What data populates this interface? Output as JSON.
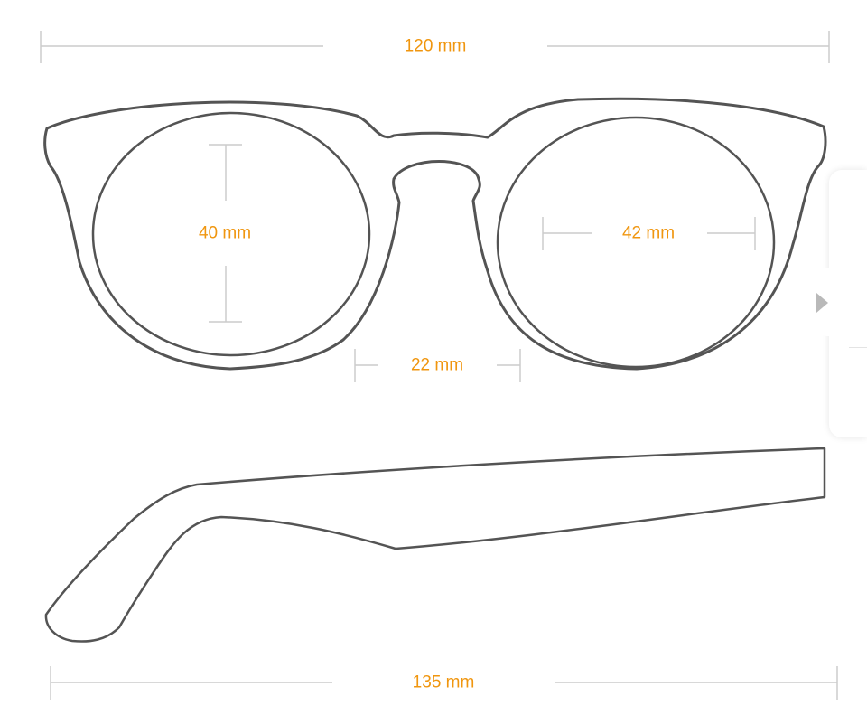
{
  "dimensions": {
    "frame_width": "120 mm",
    "lens_height": "40 mm",
    "lens_width": "42 mm",
    "bridge_width": "22 mm",
    "temple_length": "135 mm"
  },
  "colors": {
    "accent": "#f0960f",
    "outline": "#545454",
    "dimension_line": "#cccccc",
    "panel_icon": "#b9b9b9"
  },
  "side_panel": {
    "toggle_icon": "triangle-right-icon"
  }
}
